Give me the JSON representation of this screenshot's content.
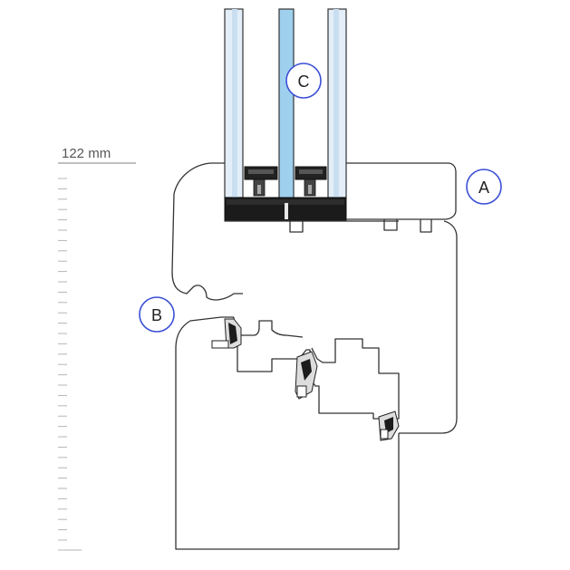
{
  "scale": {
    "label": "122 mm",
    "tick_count": 36
  },
  "callouts": [
    {
      "id": "A",
      "label": "A"
    },
    {
      "id": "B",
      "label": "B"
    },
    {
      "id": "C",
      "label": "C"
    }
  ],
  "colors": {
    "outline": "#333333",
    "glass": "#cfe3f3",
    "glass_center": "#9fd0ee",
    "spacer": "#1b1b1b",
    "callout_ring": "#3b4fd6",
    "scale": "#b5b5b5"
  }
}
